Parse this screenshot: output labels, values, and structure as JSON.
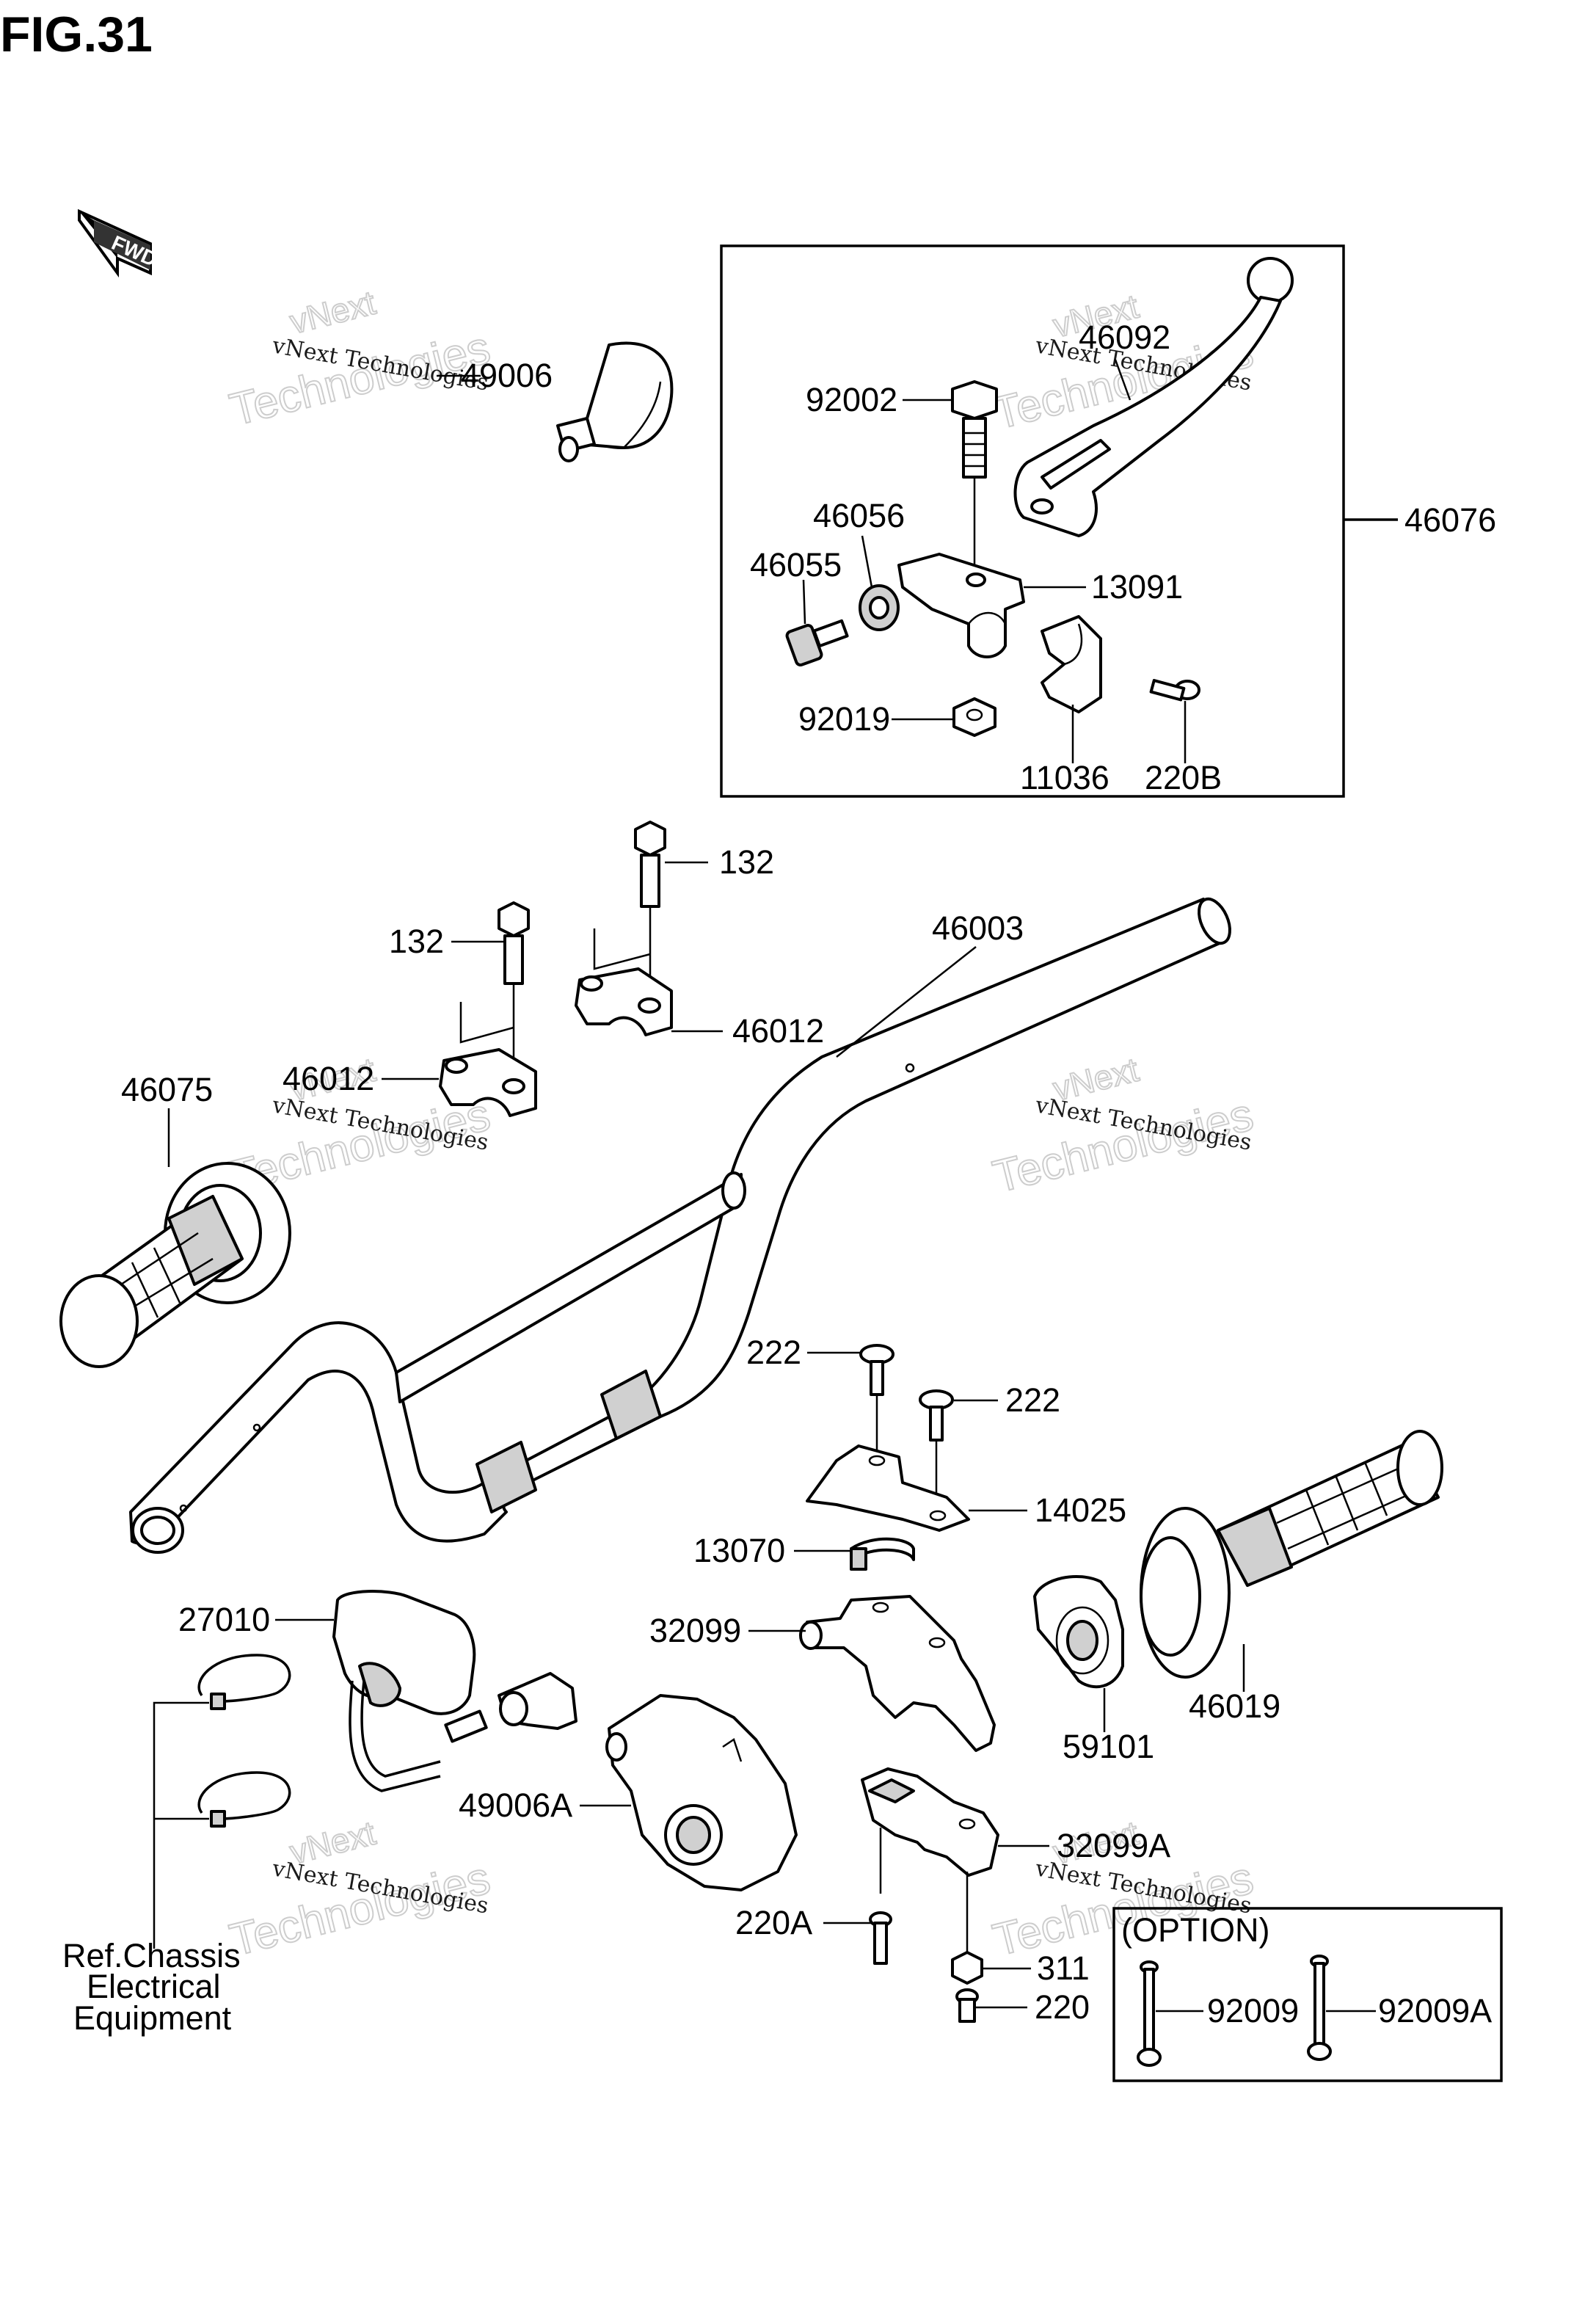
{
  "figure": {
    "title": "FIG.31",
    "direction_badge": "FWD",
    "option_header": "(OPTION)"
  },
  "watermark": {
    "line1": "vNext Technologies",
    "line2": "vNext",
    "line3": "Technologies"
  },
  "parts": {
    "p49006": "49006",
    "p46092": "46092",
    "p92002": "92002",
    "p46056": "46056",
    "p46055": "46055",
    "p13091": "13091",
    "p46076": "46076",
    "p92019": "92019",
    "p11036": "11036",
    "p220B": "220B",
    "p132a": "132",
    "p132b": "132",
    "p46003": "46003",
    "p46012a": "46012",
    "p46012b": "46012",
    "p46075": "46075",
    "p222a": "222",
    "p222b": "222",
    "p14025": "14025",
    "p13070": "13070",
    "p27010": "27010",
    "p32099": "32099",
    "p46019": "46019",
    "p59101": "59101",
    "p49006A": "49006A",
    "p32099A": "32099A",
    "p220A": "220A",
    "p311": "311",
    "p220": "220",
    "p92009": "92009",
    "p92009A": "92009A"
  },
  "reference_note": {
    "line1": "Ref.Chassis",
    "line2": "Electrical",
    "line3": "Equipment"
  }
}
